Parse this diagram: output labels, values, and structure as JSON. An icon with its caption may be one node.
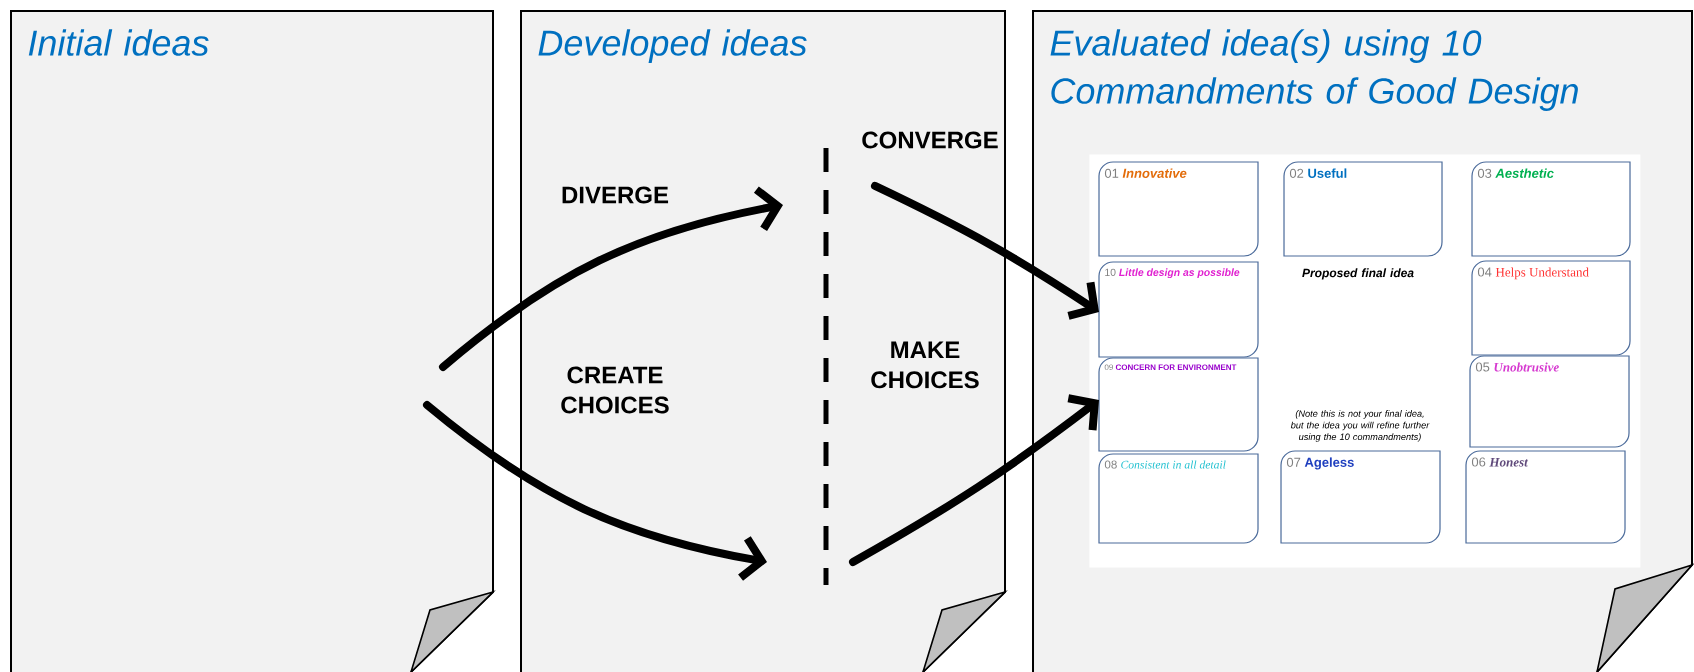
{
  "diagram": {
    "nodes": [
      {
        "text": [
          "Initial ideas"
        ]
      },
      {
        "text": [
          "Developed ideas"
        ]
      },
      {
        "text": [
          "Evaluated idea(s) using 10 Commandments of Good Design"
        ]
      },
      {
        "text": [],
        "shape": "box",
        "in": 2
      },
      {
        "text": [
          "01",
          "Innovative"
        ],
        "in": 3
      },
      {
        "text": [
          "02",
          "Useful"
        ],
        "in": 3
      },
      {
        "text": [
          "03",
          "Aesthetic"
        ],
        "in": 3
      },
      {
        "text": [
          "10",
          "Little design as possible"
        ],
        "in": 3
      },
      {
        "text": [
          "04",
          "Helps Understand"
        ],
        "in": 3
      },
      {
        "text": [
          "09",
          "CONCERN FOR ENVIRONMENT"
        ],
        "in": 3
      },
      {
        "text": [
          "05",
          "Unobtrusive"
        ],
        "in": 3
      },
      {
        "text": [
          "08",
          "Consistent in all detail"
        ],
        "in": 3
      },
      {
        "text": [
          "07",
          "Ageless"
        ],
        "in": 3
      },
      {
        "text": [
          "06",
          "Honest"
        ],
        "in": 3
      }
    ],
    "edges": [
      {
        "from": 0,
        "to": 1,
        "arrow": "to"
      },
      {
        "from": 0,
        "to": 1,
        "arrow": "to"
      },
      {
        "from": 1,
        "to": 7,
        "arrow": "to"
      },
      {
        "from": 1,
        "to": 9,
        "arrow": "to"
      }
    ],
    "labels": [
      "DIVERGE",
      "CONVERGE",
      "CREATE CHOICES",
      "MAKE CHOICES",
      "Proposed final idea",
      "(Note this is not your final idea, but the idea you will refine further using the 10 commandments)"
    ]
  }
}
